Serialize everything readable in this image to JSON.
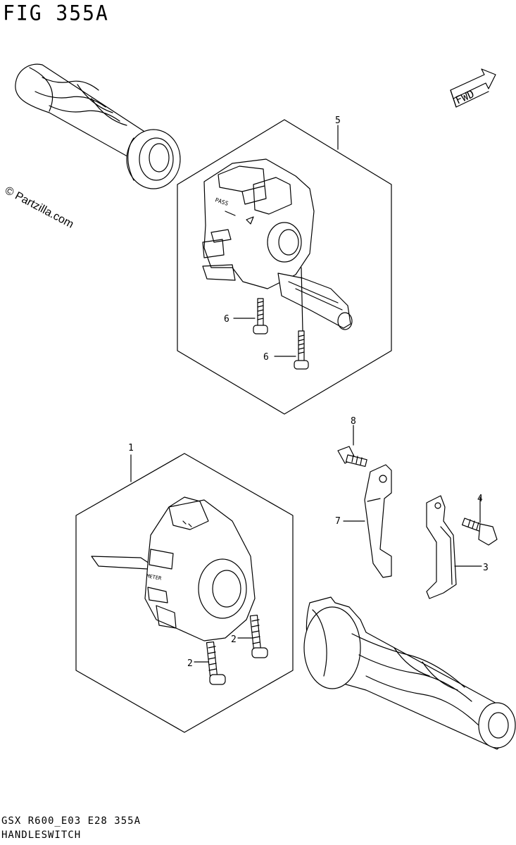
{
  "figure": {
    "title": "FIG 355A",
    "fwd_label": "FWD",
    "watermark": "© Partzilla.com",
    "footer_code": "GSX R600_E03 E28 355A",
    "footer_title": "HANDLESWITCH"
  },
  "callouts": [
    {
      "id": "1",
      "label": "1"
    },
    {
      "id": "2a",
      "label": "2"
    },
    {
      "id": "2b",
      "label": "2"
    },
    {
      "id": "3",
      "label": "3"
    },
    {
      "id": "4",
      "label": "4"
    },
    {
      "id": "5",
      "label": "5"
    },
    {
      "id": "6a",
      "label": "6"
    },
    {
      "id": "6b",
      "label": "6"
    },
    {
      "id": "7",
      "label": "7"
    },
    {
      "id": "8",
      "label": "8"
    }
  ],
  "switch_labels": {
    "pass": "PASS",
    "meter": "METER"
  }
}
